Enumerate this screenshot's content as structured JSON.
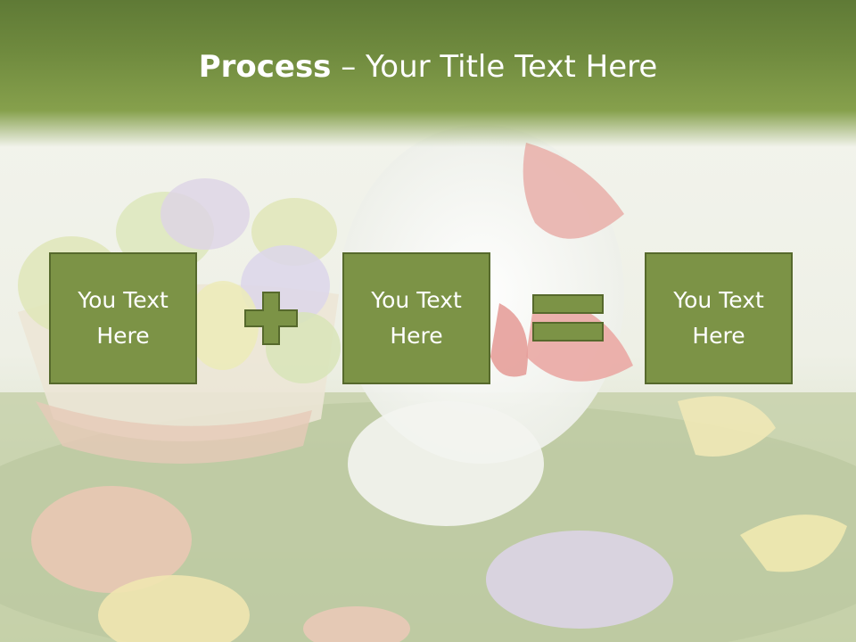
{
  "slide": {
    "title_bold": "Process",
    "title_rest": " – Your Title Text Here",
    "boxes": [
      {
        "text": "You Text Here"
      },
      {
        "text": "You Text Here"
      },
      {
        "text": "You Text Here"
      }
    ],
    "operators": [
      "plus-icon",
      "equals-icon"
    ]
  },
  "colors": {
    "header": "#6f8a3e",
    "box_fill": "#7c9346",
    "box_border": "#56692c",
    "text": "#ffffff"
  }
}
